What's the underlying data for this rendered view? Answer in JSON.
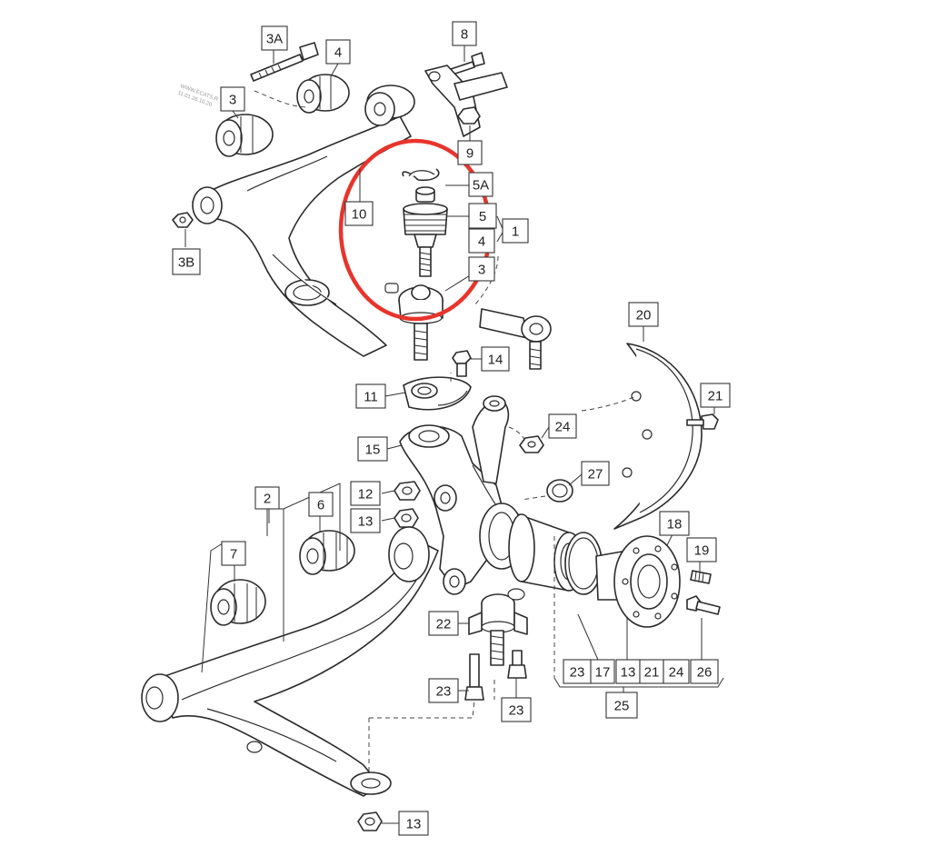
{
  "diagram": {
    "watermark_lines": [
      "WWW.ECATS.R",
      "11.01.26.10.20"
    ],
    "callouts": [
      {
        "id": "c-3A",
        "text": "3A"
      },
      {
        "id": "c-4-top",
        "text": "4"
      },
      {
        "id": "c-3-top",
        "text": "3"
      },
      {
        "id": "c-8",
        "text": "8"
      },
      {
        "id": "c-9",
        "text": "9"
      },
      {
        "id": "c-5A",
        "text": "5A"
      },
      {
        "id": "c-5",
        "text": "5"
      },
      {
        "id": "c-4-mid",
        "text": "4"
      },
      {
        "id": "c-1",
        "text": "1"
      },
      {
        "id": "c-10",
        "text": "10"
      },
      {
        "id": "c-3B",
        "text": "3B"
      },
      {
        "id": "c-3-mid",
        "text": "3"
      },
      {
        "id": "c-20",
        "text": "20"
      },
      {
        "id": "c-14",
        "text": "14"
      },
      {
        "id": "c-21-top",
        "text": "21"
      },
      {
        "id": "c-11",
        "text": "11"
      },
      {
        "id": "c-24-mid",
        "text": "24"
      },
      {
        "id": "c-15",
        "text": "15"
      },
      {
        "id": "c-27",
        "text": "27"
      },
      {
        "id": "c-12",
        "text": "12"
      },
      {
        "id": "c-13-mid",
        "text": "13"
      },
      {
        "id": "c-2",
        "text": "2"
      },
      {
        "id": "c-6",
        "text": "6"
      },
      {
        "id": "c-7",
        "text": "7"
      },
      {
        "id": "c-18",
        "text": "18"
      },
      {
        "id": "c-19",
        "text": "19"
      },
      {
        "id": "c-22",
        "text": "22"
      },
      {
        "id": "c-23-bl",
        "text": "23"
      },
      {
        "id": "c-23-br",
        "text": "23"
      },
      {
        "id": "c-23-row",
        "text": "23"
      },
      {
        "id": "c-17",
        "text": "17"
      },
      {
        "id": "c-13-row",
        "text": "13"
      },
      {
        "id": "c-21-row",
        "text": "21"
      },
      {
        "id": "c-24-row",
        "text": "24"
      },
      {
        "id": "c-26",
        "text": "26"
      },
      {
        "id": "c-25",
        "text": "25"
      },
      {
        "id": "c-13-bottom",
        "text": "13"
      }
    ],
    "highlight": {
      "circle_color": "#e8342c",
      "selected_callout": "c-5",
      "selected_color": "#1e63c8"
    }
  }
}
